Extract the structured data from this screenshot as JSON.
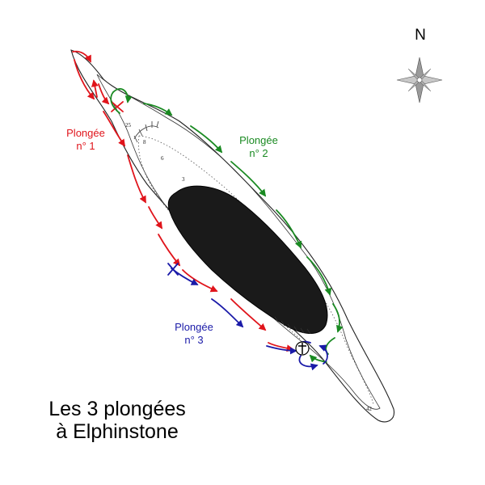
{
  "title": {
    "line1": "Les 3 plongées",
    "line2": "à Elphinstone"
  },
  "compass": {
    "label": "N"
  },
  "dives": [
    {
      "label": "Plongée",
      "number": "n° 1",
      "color": "#e0141b"
    },
    {
      "label": "Plongée",
      "number": "n° 2",
      "color": "#1a8a22"
    },
    {
      "label": "Plongée",
      "number": "n° 3",
      "color": "#1a1aa8"
    }
  ],
  "depth_marks": [
    "25",
    "8",
    "6",
    "3",
    "42"
  ]
}
